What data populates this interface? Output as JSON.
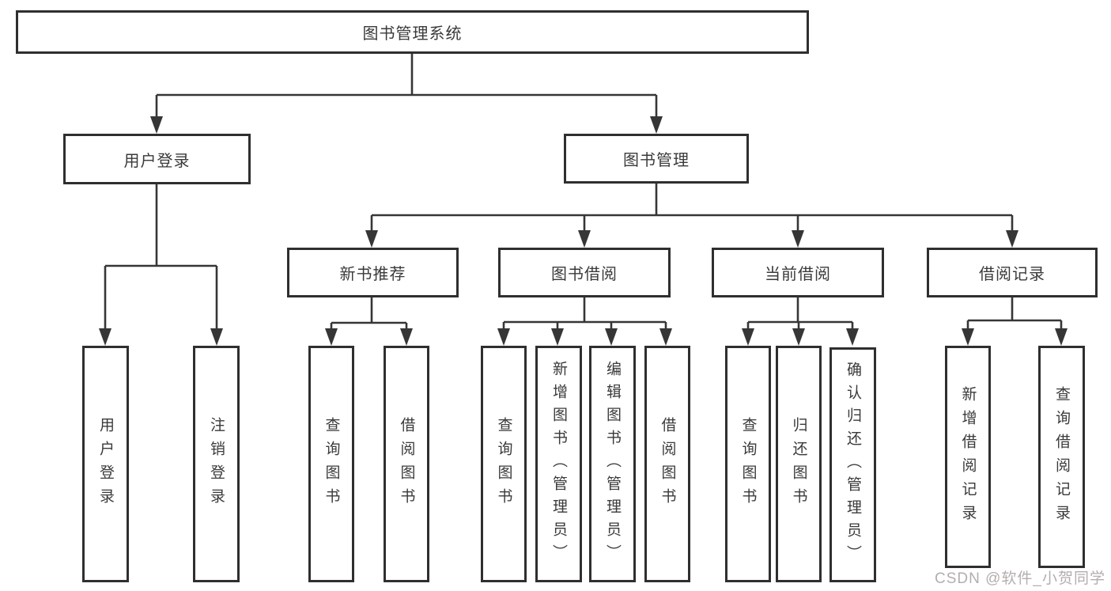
{
  "diagram": {
    "root": {
      "label": "图书管理系统"
    },
    "branches": [
      {
        "label": "用户登录",
        "children": [
          "用户登录",
          "注销登录"
        ]
      },
      {
        "label": "图书管理",
        "children": [
          {
            "label": "新书推荐",
            "children": [
              "查询图书",
              "借阅图书"
            ]
          },
          {
            "label": "图书借阅",
            "children": [
              "查询图书",
              "新增图书（管理员）",
              "编辑图书（管理员）",
              "借阅图书"
            ]
          },
          {
            "label": "当前借阅",
            "children": [
              "查询图书",
              "归还图书",
              "确认归还（管理员）"
            ]
          },
          {
            "label": "借阅记录",
            "children": [
              "新增借阅记录",
              "查询借阅记录"
            ]
          }
        ]
      }
    ],
    "watermark": "CSDN @软件_小贺同学",
    "colors": {
      "line": "#363636",
      "border": "#2f2f2f",
      "text": "#3a3a3a",
      "watermark_text": "#b5adad",
      "background": "#ffffff"
    }
  }
}
